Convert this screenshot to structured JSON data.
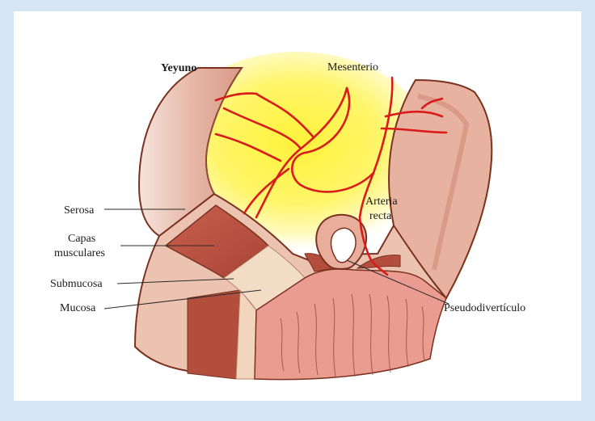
{
  "diagram": {
    "title": "Yeyuno",
    "labels": {
      "mesenterio": "Mesenterio",
      "arteria_line1": "Arteria",
      "arteria_line2": "recta",
      "serosa": "Serosa",
      "capas_line1": "Capas",
      "capas_line2": "musculares",
      "submucosa": "Submucosa",
      "mucosa": "Mucosa",
      "pseudodiverticulo": "Pseudodivertículo"
    },
    "colors": {
      "background": "#d6e6f5",
      "panel": "#ffffff",
      "mesentery_fat": "#fff44a",
      "artery": "#d81b1b",
      "muscle": "#c25a48",
      "mucosa": "#eb9c90",
      "submucosa": "#f1d5bd",
      "serosa_outline": "#7a3220"
    }
  }
}
